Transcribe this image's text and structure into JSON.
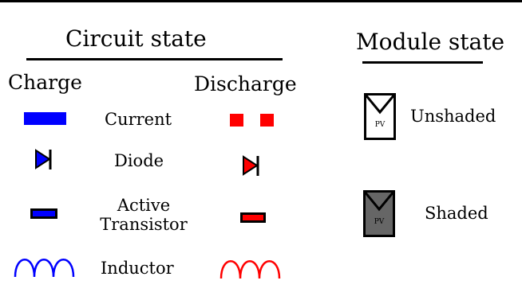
{
  "circuit_state": {
    "title": "Circuit state",
    "charge_label": "Charge",
    "discharge_label": "Discharge",
    "rows": {
      "current": "Current",
      "diode": "Diode",
      "active_transistor_line1": "Active",
      "active_transistor_line2": "Transistor",
      "inductor": "Inductor"
    }
  },
  "module_state": {
    "title": "Module state",
    "unshaded_label": "Unshaded",
    "shaded_label": "Shaded",
    "pv_text": "PV"
  },
  "colors": {
    "charge": "#0000ff",
    "discharge": "#ff0000",
    "shaded_fill": "#666666",
    "unshaded_fill": "#ffffff"
  }
}
